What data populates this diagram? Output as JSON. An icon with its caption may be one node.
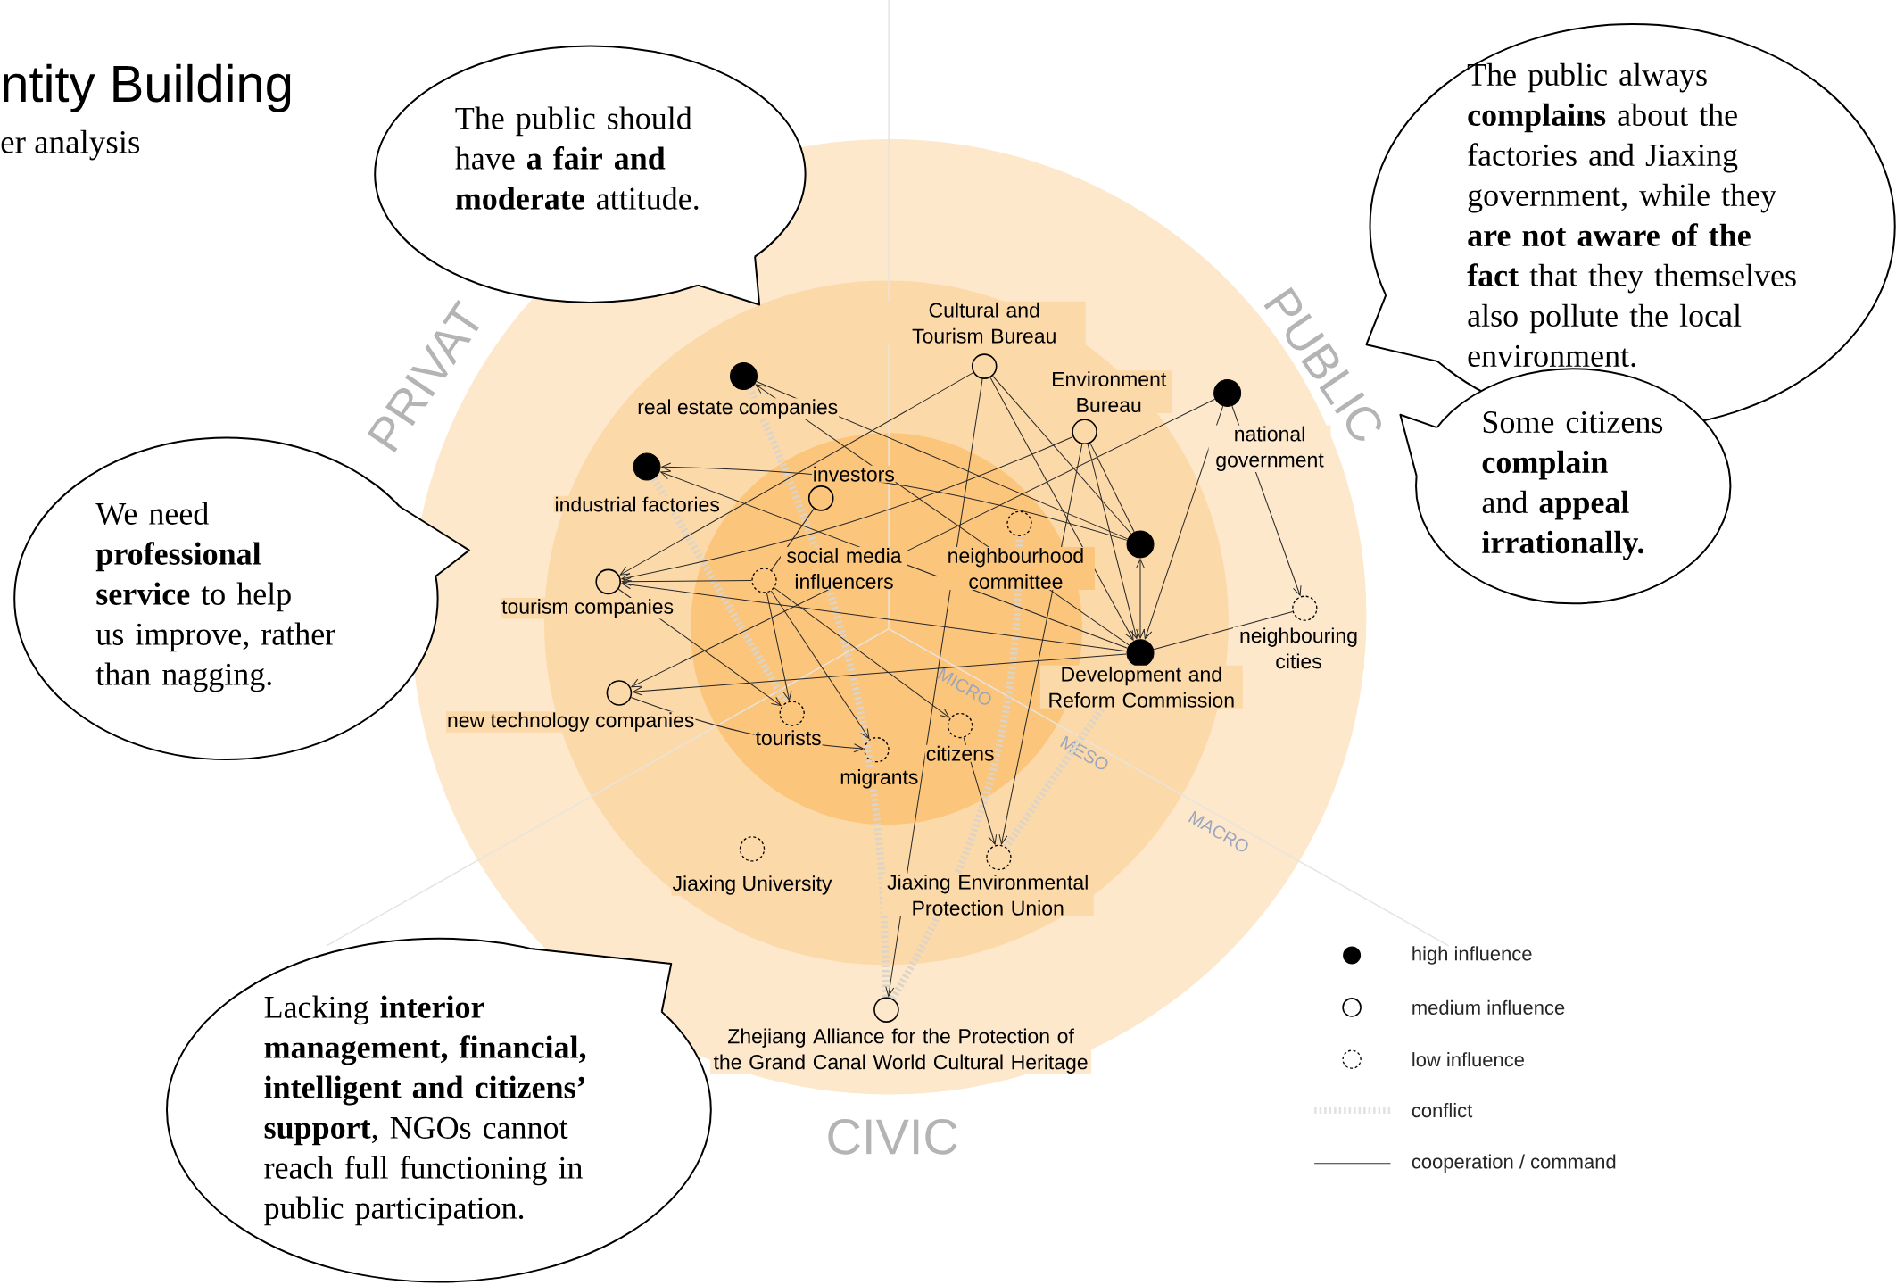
{
  "diagram": {
    "title": "ntity Building",
    "nodes": [
      {
        "text": [
          "The public should have **a fair and moderate** attitude."
        ]
      },
      {
        "text": [
          "The public always **complains** about the factories and Jiaxing government, while they **are not aware of the fact** that they themselves also pollute the local environment."
        ]
      },
      {
        "text": [
          "Some citizens **complain** and **appeal irrationally.**"
        ]
      },
      {
        "text": [
          "We need **professional service** to help us improve, rather than nagging."
        ]
      },
      {
        "text": [],
        "shape": "dot",
        "beside": [
          "real estate companies"
        ]
      },
      {
        "text": [],
        "shape": "circle",
        "beside": [
          "Cultural and Tourism Bureau"
        ]
      },
      {
        "text": [],
        "shape": "circle",
        "beside": [
          "Environment Bureau"
        ]
      },
      {
        "text": [],
        "shape": "dot",
        "beside": [
          "national government"
        ]
      },
      {
        "text": [],
        "shape": "dot",
        "beside": [
          "industrial factories"
        ]
      },
      {
        "text": [],
        "shape": "circle",
        "beside": [
          "investors"
        ]
      },
      {
        "text": [],
        "shape": "dot"
      },
      {
        "text": [],
        "shape": "dashed-circle",
        "beside": [
          "neighbourhood committee"
        ]
      },
      {
        "text": [],
        "shape": "circle",
        "beside": [
          "tourism companies"
        ]
      },
      {
        "text": [],
        "shape": "dashed-circle",
        "beside": [
          "social media influencers"
        ]
      },
      {
        "text": [],
        "shape": "dashed-circle",
        "beside": [
          "neighbouring cities"
        ]
      },
      {
        "text": [],
        "shape": "dot",
        "beside": [
          "Development and Reform Commission"
        ]
      },
      {
        "text": [],
        "shape": "circle",
        "beside": [
          "new technology companies"
        ]
      },
      {
        "text": [],
        "shape": "dashed-circle",
        "beside": [
          "tourists"
        ]
      },
      {
        "text": [],
        "shape": "dashed-circle",
        "beside": [
          "citizens"
        ]
      },
      {
        "text": [],
        "shape": "dashed-circle",
        "beside": [
          "migrants"
        ]
      },
      {
        "text": [],
        "shape": "dashed-circle",
        "beside": [
          "Jiaxing University"
        ]
      },
      {
        "text": [],
        "shape": "dashed-circle",
        "beside": [
          "Jiaxing Environmental Protection Union"
        ]
      },
      {
        "text": [],
        "shape": "circle",
        "beside": [
          "Zhejiang Alliance for the Protection of the Grand Canal World Cultural Heritage"
        ]
      },
      {
        "text": [
          "Lacking **interior management, financial, intelligent and citizens’ support**, NGOs cannot reach full functioning in public participation."
        ]
      }
    ],
    "edges": [
      {
        "from": 22,
        "to": 4,
        "arrow": "none",
        "style": "dashed",
        "color": "#dcd4c8"
      },
      {
        "from": 22,
        "to": 11,
        "arrow": "none",
        "style": "dashed",
        "color": "#dcd4c8"
      },
      {
        "from": 8,
        "to": 17,
        "arrow": "none",
        "style": "dashed",
        "color": "#dcd4c8"
      },
      {
        "from": 15,
        "to": 21,
        "arrow": "none",
        "style": "dashed",
        "color": "#dcd4c8"
      },
      {
        "from": 15,
        "to": 4,
        "arrow": "to"
      },
      {
        "from": 15,
        "to": 8,
        "arrow": "to"
      },
      {
        "from": 10,
        "to": 8,
        "arrow": "to"
      },
      {
        "from": 4,
        "to": 10,
        "arrow": "none"
      },
      {
        "from": 5,
        "to": 12,
        "arrow": "to"
      },
      {
        "from": 6,
        "to": 12,
        "arrow": "to"
      },
      {
        "from": 5,
        "to": 15,
        "arrow": "to"
      },
      {
        "from": 5,
        "to": 10,
        "arrow": "none"
      },
      {
        "from": 5,
        "to": 22,
        "arrow": "to"
      },
      {
        "from": 6,
        "to": 15,
        "arrow": "to"
      },
      {
        "from": 6,
        "to": 10,
        "arrow": "none"
      },
      {
        "from": 6,
        "to": 21,
        "arrow": "to"
      },
      {
        "from": 7,
        "to": 15,
        "arrow": "to"
      },
      {
        "from": 7,
        "to": 14,
        "arrow": "to"
      },
      {
        "from": 7,
        "to": 16,
        "arrow": "to"
      },
      {
        "from": 10,
        "to": 15,
        "arrow": "both"
      },
      {
        "from": 15,
        "to": 12,
        "arrow": "to"
      },
      {
        "from": 15,
        "to": 16,
        "arrow": "to"
      },
      {
        "from": 15,
        "to": 14,
        "arrow": "none"
      },
      {
        "from": 13,
        "to": 12,
        "arrow": "to"
      },
      {
        "from": 13,
        "to": 17,
        "arrow": "to"
      },
      {
        "from": 13,
        "to": 19,
        "arrow": "to"
      },
      {
        "from": 13,
        "to": 18,
        "arrow": "to"
      },
      {
        "from": 9,
        "to": 13,
        "arrow": "none"
      },
      {
        "from": 12,
        "to": 17,
        "arrow": "to"
      },
      {
        "from": 16,
        "to": 19,
        "arrow": "to"
      },
      {
        "from": 18,
        "to": 21,
        "arrow": "to"
      }
    ],
    "labels": [
      "er analysis",
      "PRIVAT",
      "PUBLIC",
      "MICRO",
      "MESO",
      "MACRO",
      "CIVIC"
    ],
    "legend": [
      {
        "text": "high influence"
      },
      {
        "text": "medium influence"
      },
      {
        "text": "low influence"
      },
      {
        "text": "conflict"
      },
      {
        "text": "cooperation / command"
      }
    ]
  }
}
